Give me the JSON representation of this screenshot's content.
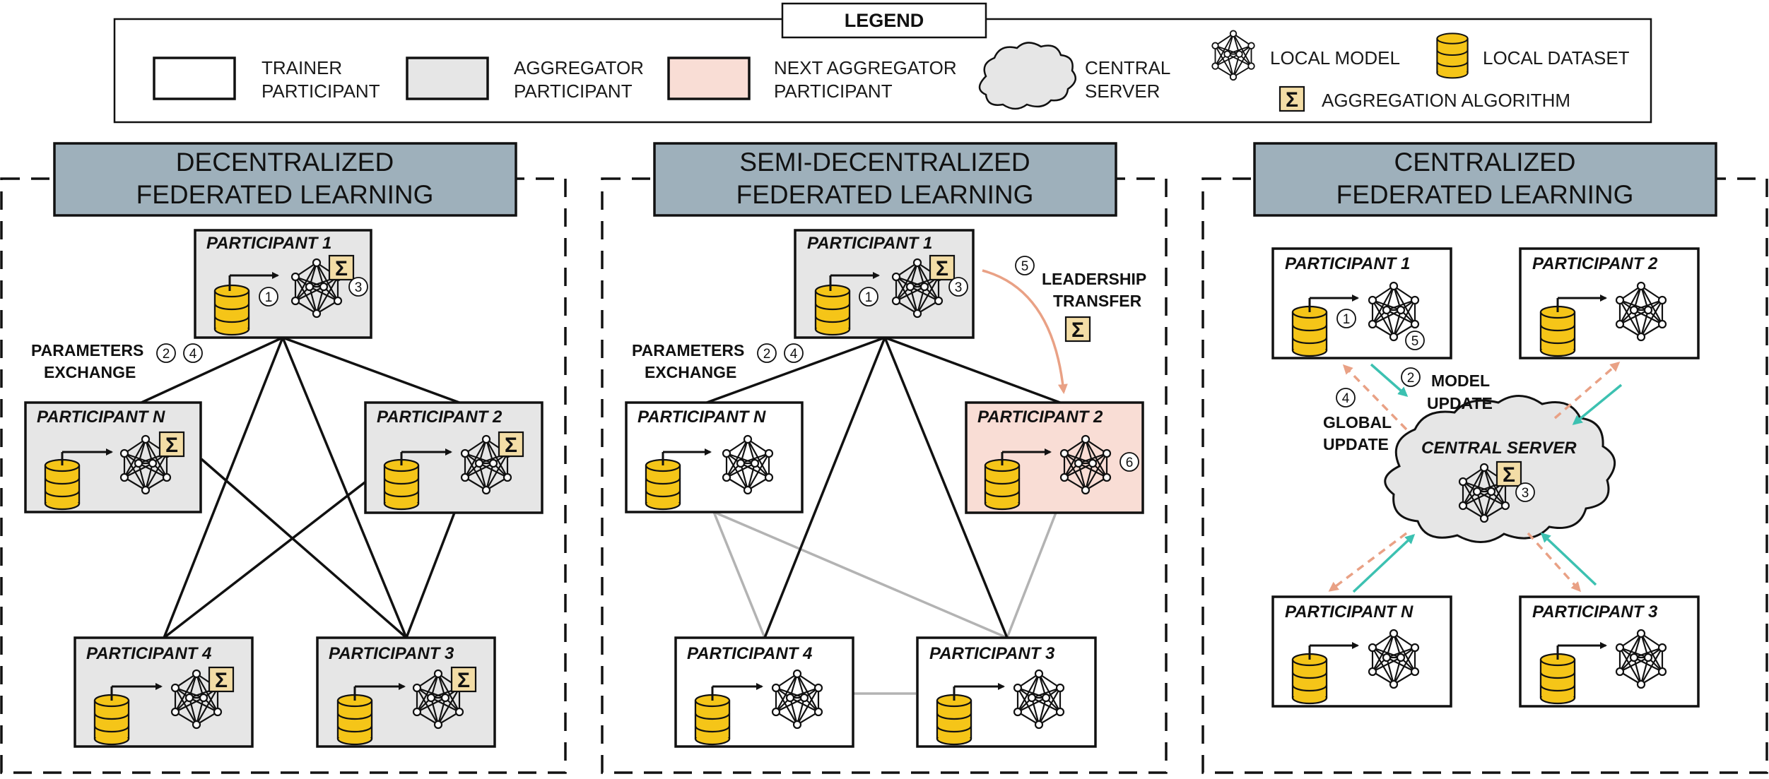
{
  "legend": {
    "title": "LEGEND",
    "trainer": [
      "TRAINER",
      "PARTICIPANT"
    ],
    "aggregator": [
      "AGGREGATOR",
      "PARTICIPANT"
    ],
    "next_aggregator": [
      "NEXT AGGREGATOR",
      "PARTICIPANT"
    ],
    "central_server": [
      "CENTRAL",
      "SERVER"
    ],
    "local_model": "LOCAL MODEL",
    "local_dataset": "LOCAL DATASET",
    "aggregation_algorithm": "AGGREGATION ALGORITHM"
  },
  "panels": {
    "decentralized": {
      "title": [
        "DECENTRALIZED",
        "FEDERATED LEARNING"
      ],
      "p1": "PARTICIPANT 1",
      "pn": "PARTICIPANT N",
      "p2": "PARTICIPANT 2",
      "p4": "PARTICIPANT 4",
      "p3": "PARTICIPANT 3",
      "params_exchange": [
        "PARAMETERS",
        "EXCHANGE"
      ]
    },
    "semi": {
      "title": [
        "SEMI-DECENTRALIZED",
        "FEDERATED LEARNING"
      ],
      "p1": "PARTICIPANT 1",
      "pn": "PARTICIPANT N",
      "p2": "PARTICIPANT 2",
      "p4": "PARTICIPANT 4",
      "p3": "PARTICIPANT 3",
      "params_exchange": [
        "PARAMETERS",
        "EXCHANGE"
      ],
      "leadership_transfer": [
        "LEADERSHIP",
        "TRANSFER"
      ]
    },
    "centralized": {
      "title": [
        "CENTRALIZED",
        "FEDERATED LEARNING"
      ],
      "p1": "PARTICIPANT 1",
      "p2": "PARTICIPANT 2",
      "pn": "PARTICIPANT N",
      "p3": "PARTICIPANT 3",
      "central_server": "CENTRAL SERVER",
      "model_update": [
        "MODEL",
        "UPDATE"
      ],
      "global_update": [
        "GLOBAL",
        "UPDATE"
      ]
    }
  },
  "step_numbers": {
    "one": "1",
    "two": "2",
    "three": "3",
    "four": "4",
    "five": "5",
    "six": "6"
  },
  "symbols": {
    "sigma": "Σ"
  },
  "colors": {
    "title_bar": "#9eb0bb",
    "aggregator_fill": "#e6e6e6",
    "next_aggregator_fill": "#f9ddd5",
    "dataset_fill": "#f5c518",
    "sigma_fill": "#f3dda6",
    "leadership_arrow": "#e9a185",
    "model_update_arrow": "#3cc1b1",
    "global_update_arrow": "#e9a185",
    "connector_gray": "#b3b3b3"
  },
  "icons": [
    "dataset-icon",
    "neural-network-icon",
    "sigma-icon",
    "cloud-icon",
    "arrow-icon"
  ]
}
